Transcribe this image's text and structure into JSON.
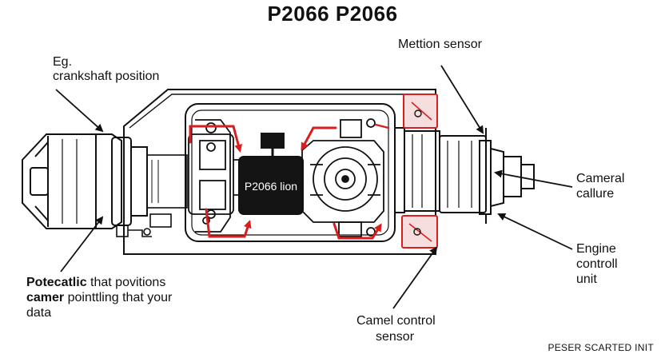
{
  "title": "P2066 P2066",
  "center_box_label": "P2066 lion",
  "labels": {
    "top_left_line1": "Eg.",
    "top_left_line2": "crankshaft position",
    "top_right": "Mettion sensor",
    "right_upper_line1": "Cameral",
    "right_upper_line2": "callure",
    "right_lower_line1": "Engine",
    "right_lower_line2": "controll",
    "right_lower_line3": "unit",
    "bottom_left_line1_bold": "Potecatlic",
    "bottom_left_line1_rest": " that povitions",
    "bottom_left_line2_bold": "camer",
    "bottom_left_line2_rest": " pointtling that your",
    "bottom_left_line3": "data",
    "bottom_center_line1": "Camel control",
    "bottom_center_line2": "sensor"
  },
  "footer": "PESER SCARTED INIT",
  "colors": {
    "ink": "#111111",
    "accent_red": "#d81e1e",
    "pad_fill": "#f6dede",
    "module_fill": "#141414"
  },
  "icons": [
    "flow-arrow-icon",
    "sensor-pad-icon",
    "leader-arrow-icon"
  ]
}
